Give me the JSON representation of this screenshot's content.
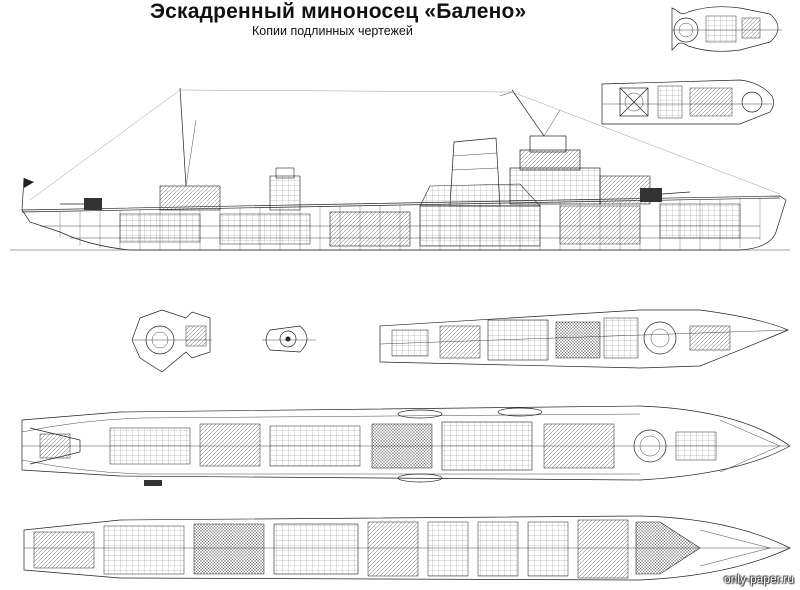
{
  "header": {
    "title": "Эскадренный миноносец «Балено»",
    "subtitle": "Копии подлинных чертежей"
  },
  "footer": {
    "watermark": "only-paper.ru"
  }
}
